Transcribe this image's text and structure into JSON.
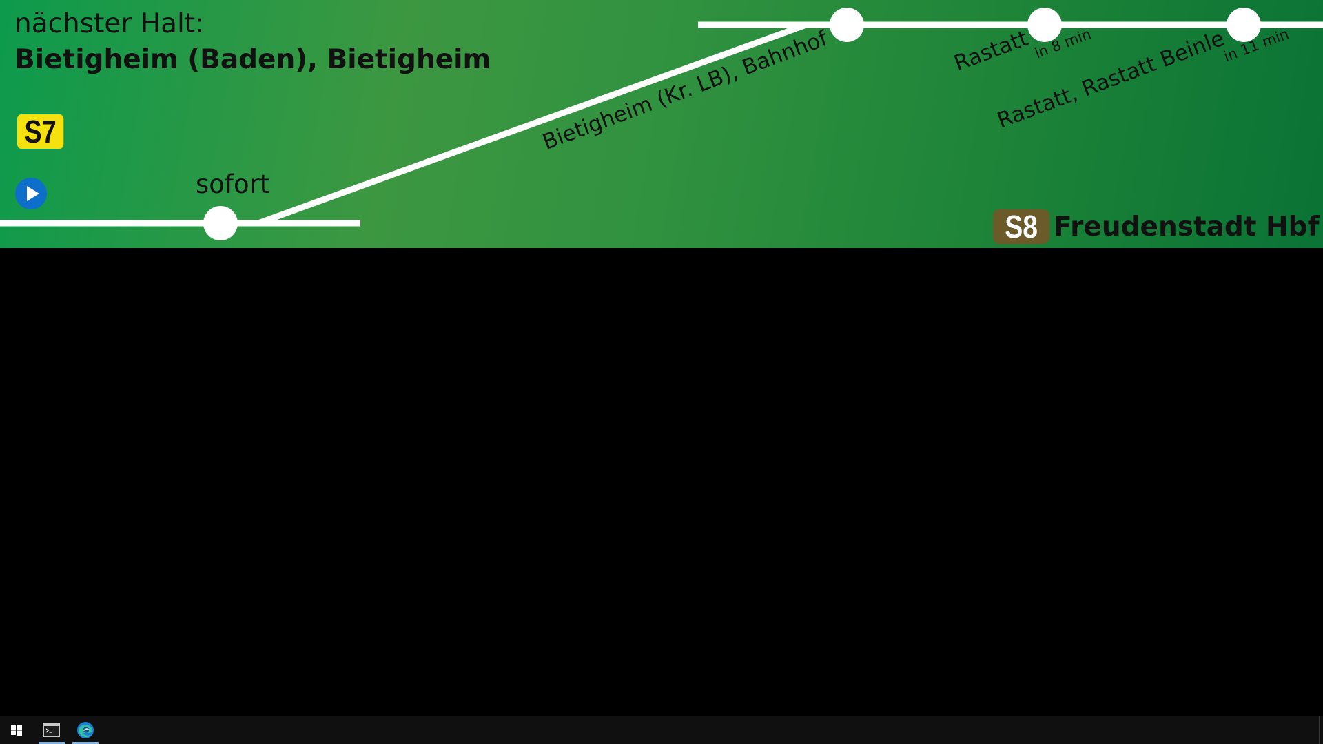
{
  "banner": {
    "next_stop_label": "nächster Halt:",
    "next_stop_name": "Bietigheim (Baden), Bietigheim",
    "current_line": "S7",
    "current_time": "sofort",
    "play_icon": "play-icon",
    "route_stops": [
      {
        "name": "Bietigheim (Kr. LB), Bahnhof",
        "time": ""
      },
      {
        "name": "Rastatt",
        "time": "in 8 min"
      },
      {
        "name": "Rastatt, Rastatt Beinle",
        "time": "in 11 min"
      }
    ],
    "destination_line": "S8",
    "destination_name": "Freudenstadt Hbf",
    "colors": {
      "background_start": "#0d9a4c",
      "background_end": "#0a7335",
      "route_line": "#ffffff",
      "s7_badge": "#f5e10d",
      "s8_badge": "#6b5a2a",
      "play_button": "#0d6fc9"
    }
  },
  "taskbar": {
    "start_icon": "windows-logo-icon",
    "apps": [
      {
        "name": "terminal-icon",
        "active": true
      },
      {
        "name": "edge-browser-icon",
        "active": true
      }
    ]
  }
}
